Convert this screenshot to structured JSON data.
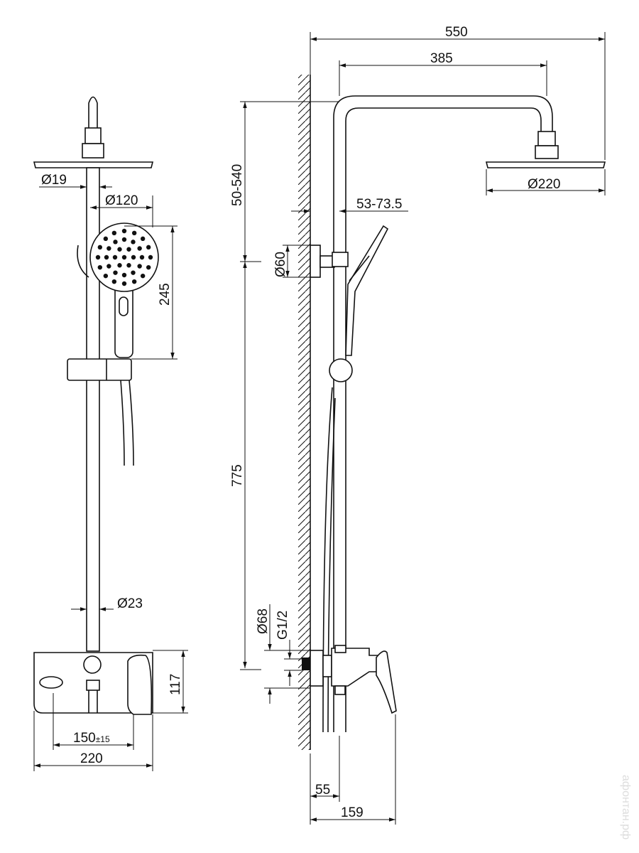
{
  "title": "Shower system dimensional drawing",
  "front_view": {
    "dim_head_pipe": "Ø19",
    "dim_hand_shower": "Ø120",
    "dim_hand_height": "245",
    "dim_rail": "Ø23",
    "dim_mixer_height": "117",
    "dim_centers": "150",
    "dim_centers_tol": "±15",
    "dim_mixer_width": "220"
  },
  "side_view": {
    "dim_total_reach": "550",
    "dim_arm_reach": "385",
    "dim_head_diameter": "Ø220",
    "dim_top_adjust": "50-540",
    "dim_bracket_offset": "53-73.5",
    "dim_bracket": "Ø60",
    "dim_rail_length": "775",
    "dim_escutcheon": "Ø68",
    "dim_thread": "G1/2",
    "dim_wall_pipe": "55",
    "dim_mixer_depth": "159"
  },
  "watermark": "афонтан.рф"
}
